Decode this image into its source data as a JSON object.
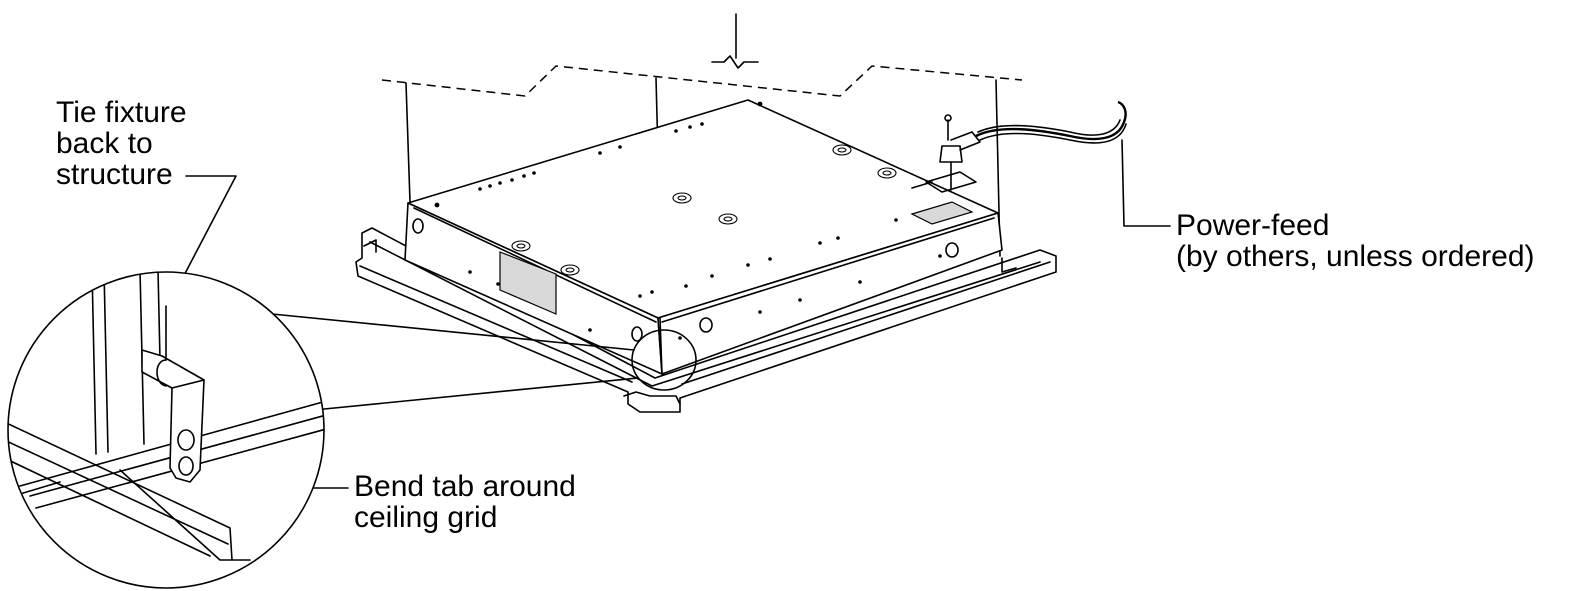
{
  "callouts": {
    "tie_fixture": [
      "Tie fixture",
      "back to",
      "structure"
    ],
    "power_feed": [
      "Power-feed",
      "(by others, unless ordered)"
    ],
    "bend_tab": [
      "Bend tab around",
      "ceiling grid"
    ]
  },
  "colors": {
    "line": "#000000",
    "background": "#ffffff"
  }
}
